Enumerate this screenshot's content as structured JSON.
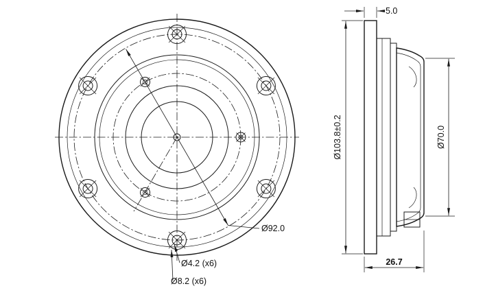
{
  "page": {
    "background": "#ffffff",
    "line_color": "#1a1a1a"
  },
  "front_view": {
    "dim_bolt_circle_label": "Ø92.0",
    "dim_small_hole_label": "Ø4.2 (x6)",
    "dim_counterbore_label": "Ø8.2 (x6)"
  },
  "side_view": {
    "dim_flange_thickness_label": "5.0",
    "dim_overall_diameter_label": "Ø103.8±0.2",
    "dim_rear_diameter_label": "Ø70.0",
    "dim_depth_label": "26.7"
  }
}
